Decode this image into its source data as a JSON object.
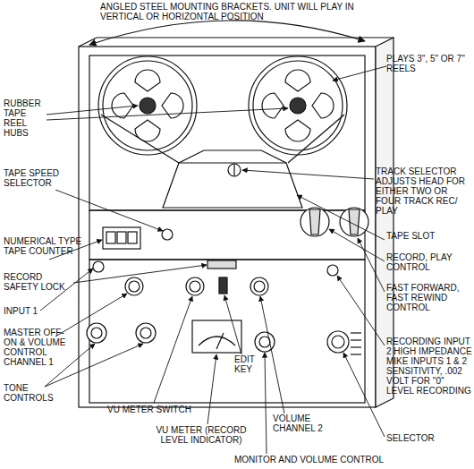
{
  "diagram": {
    "labels": [
      "ANGLED STEEL MOUNTING BRACKETS. UNIT WILL PLAY IN VERTICAL OR HORIZONTAL POSITION",
      "PLAYS 3\", 5\" OR 7\" REELS",
      "RUBBER TAPE REEL HUBS",
      "TRACK SELECTOR ADJUSTS HEAD FOR EITHER TWO OR FOUR TRACK REC/ PLAY",
      "TAPE SPEED SELECTOR",
      "TAPE SLOT",
      "NUMERICAL TYPE TAPE COUNTER",
      "RECORD, PLAY CONTROL",
      "RECORD SAFETY LOCK",
      "FAST FORWARD, FAST REWIND CONTROL",
      "INPUT 1",
      "MASTER OFF-ON & VOLUME CONTROL CHANNEL 1",
      "RECORDING INPUT 2 HIGH IMPEDANCE MIKE INPUTS 1 & 2 SENSITIVITY, .002 VOLT FOR \"0\" LEVEL RECORDING",
      "TONE CONTROLS",
      "VU METER SWITCH",
      "EDIT KEY",
      "SELECTOR",
      "VOLUME CHANNEL 2",
      "VU METER (RECORD LEVEL INDICATOR)",
      "MONITOR AND VOLUME CONTROL"
    ]
  }
}
